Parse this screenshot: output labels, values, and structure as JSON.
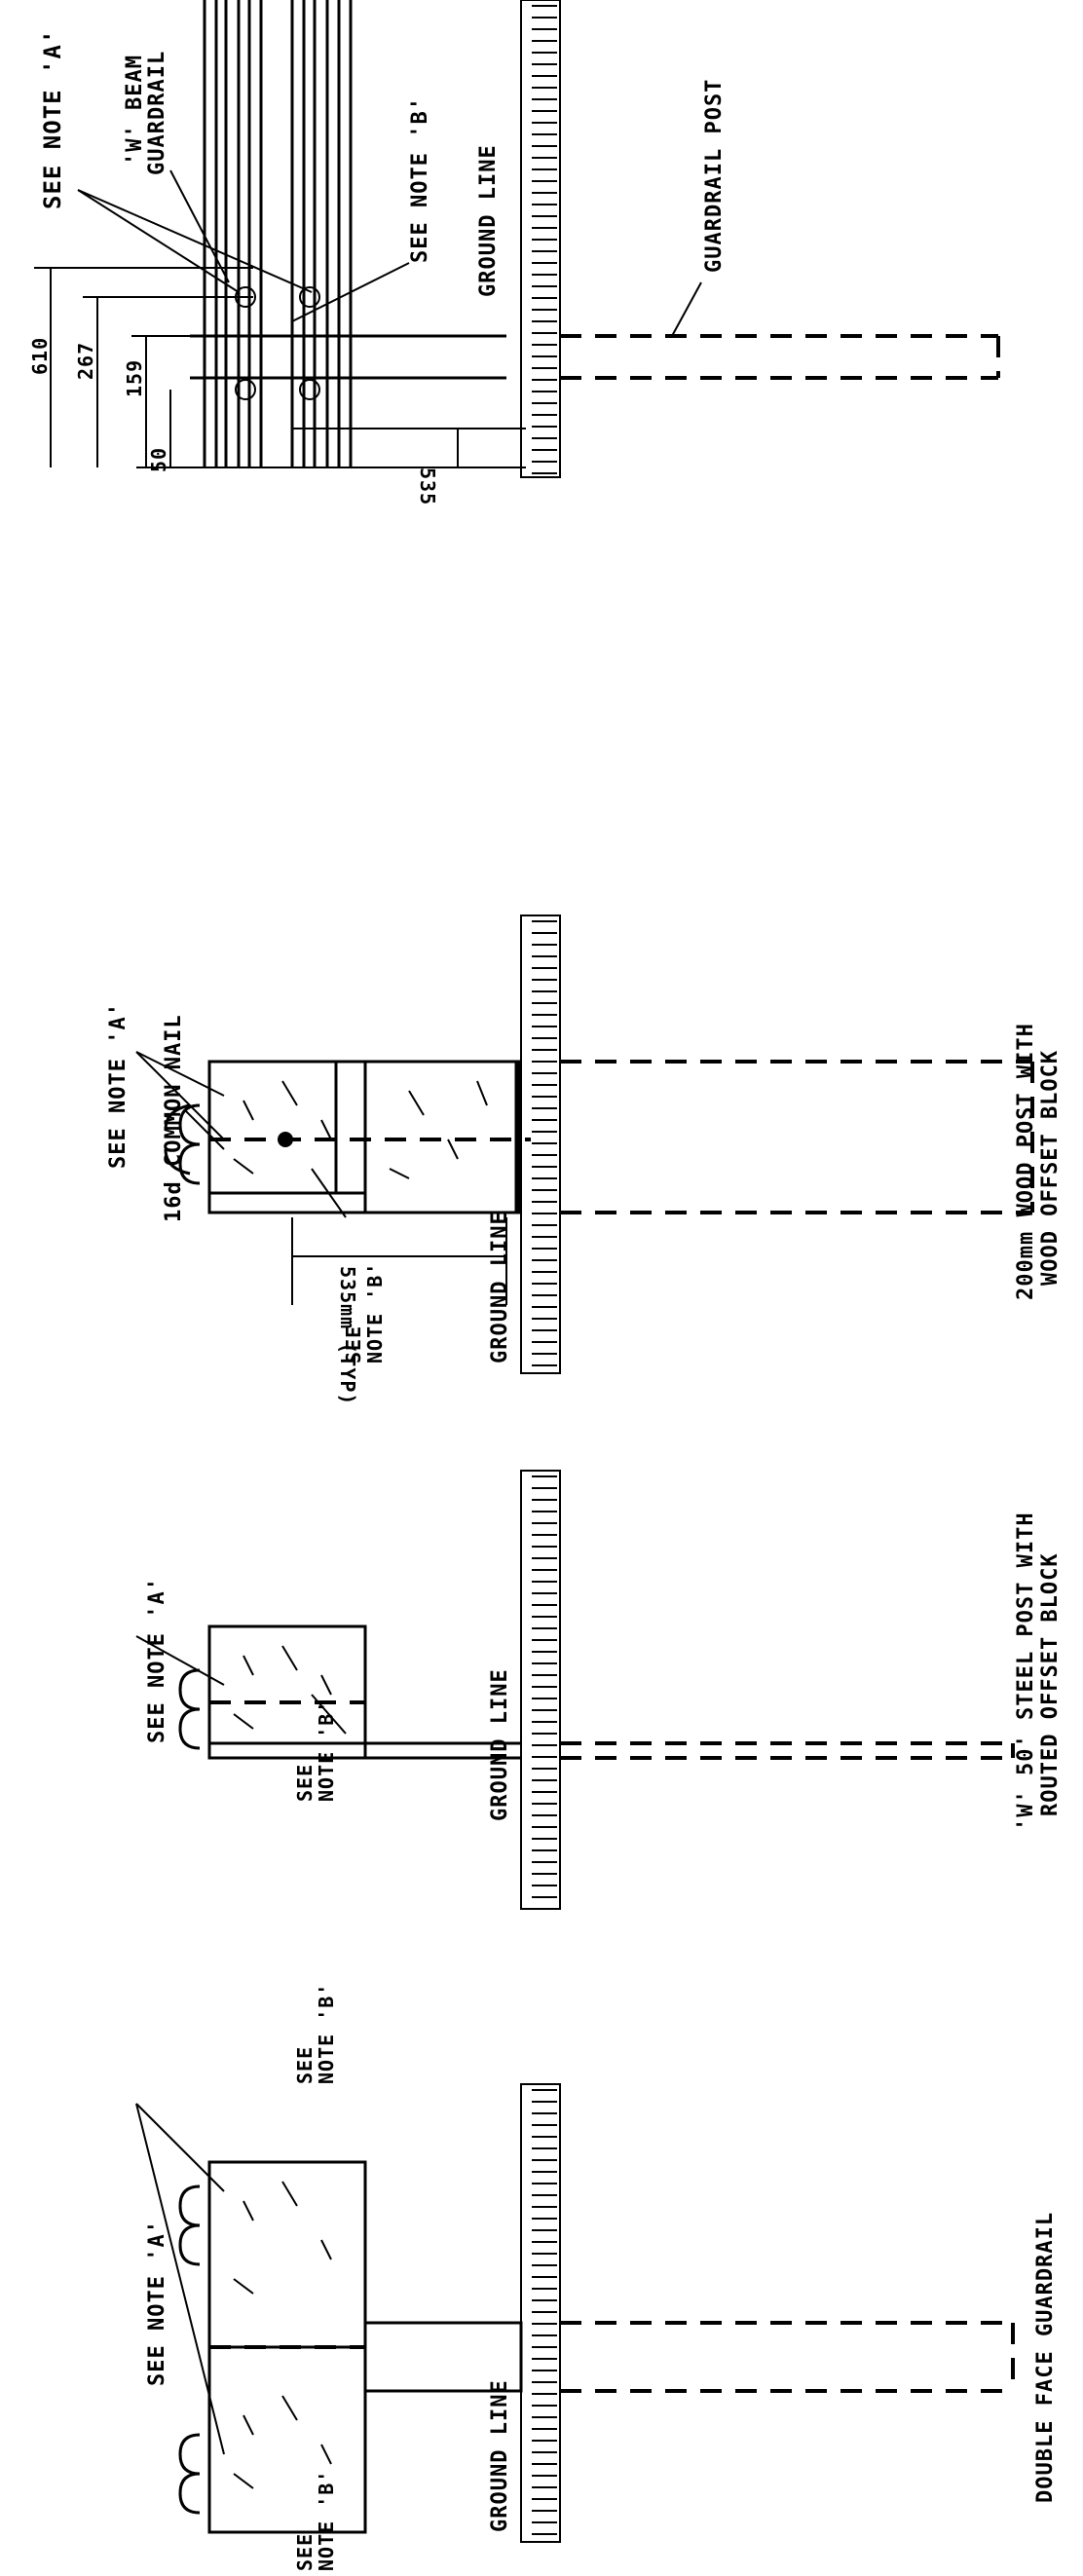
{
  "top_detail": {
    "note_a": "SEE NOTE 'A'",
    "w_beam_line1": "'W' BEAM",
    "w_beam_line2": "GUARDRAIL",
    "note_b": "SEE NOTE 'B'",
    "ground_line": "GROUND LINE",
    "guardrail_post": "GUARDRAIL POST",
    "dim_610": "610",
    "dim_267": "267",
    "dim_159": "159",
    "dim_50": "50",
    "dim_535": "535"
  },
  "wood_post_detail": {
    "see_note_a": "SEE NOTE 'A'",
    "nail": "16d COMMON NAIL",
    "dim": "535mm (TYP)",
    "ground_line": "GROUND LINE",
    "see": "SEE",
    "note_b": "NOTE 'B'",
    "caption_line1": "200mm WOOD POST WITH",
    "caption_line2": "WOOD OFFSET BLOCK"
  },
  "steel_post_detail": {
    "see_note_a": "SEE NOTE 'A'",
    "ground_line": "GROUND LINE",
    "see": "SEE",
    "note_b": "NOTE 'B'",
    "caption_line1": "'W' 50' STEEL POST WITH",
    "caption_line2": "ROUTED OFFSET BLOCK"
  },
  "double_face_detail": {
    "see_note_a": "SEE NOTE 'A'",
    "see_top": "SEE",
    "note_b_top": "NOTE 'B'",
    "note_b_bottom": "NOTE 'B'",
    "see_bottom": "SEE",
    "ground_line": "GROUND LINE",
    "caption": "DOUBLE FACE GUARDRAIL"
  }
}
